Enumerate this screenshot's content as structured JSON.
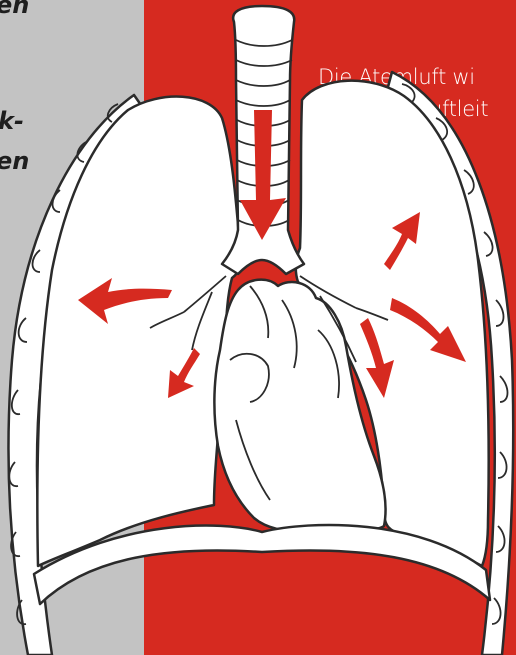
{
  "colors": {
    "left_panel": "#c3c3c3",
    "right_panel": "#d62a20",
    "outline": "#2b2b2b",
    "organ_fill": "#ffffff",
    "arrow": "#d62a20",
    "left_text": "#1e1e1e",
    "right_text": "#ffffff"
  },
  "left_text": {
    "line1": "en",
    "line2": "k-",
    "line3": "en"
  },
  "right_text": {
    "line1": "Die Atemluft wi",
    "line2": "Das luftleit"
  },
  "icons": [
    "trachea-inflow-arrow",
    "lung-airflow-arrow"
  ]
}
